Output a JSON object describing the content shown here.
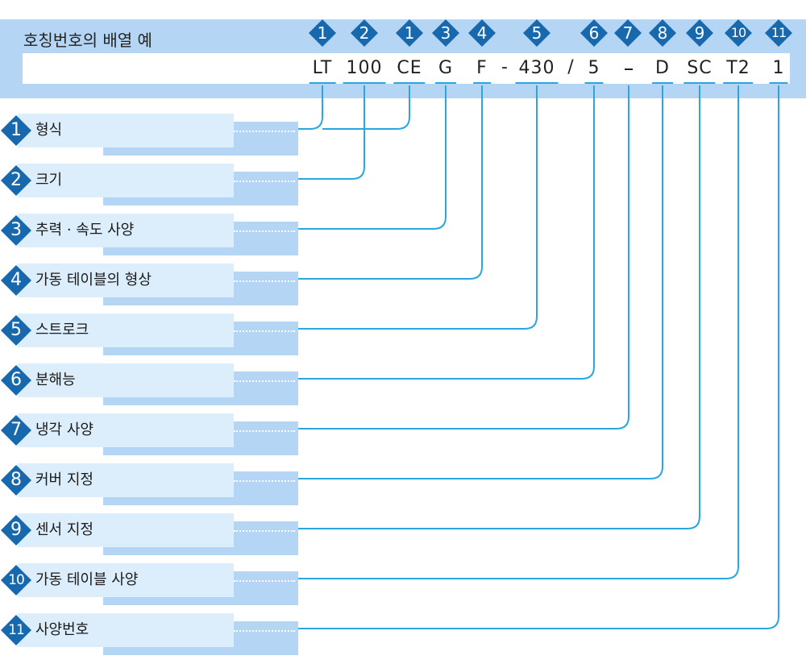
{
  "header": {
    "title": "호칭번호의 배열 예",
    "segments": [
      {
        "text": "LT",
        "badge": "1"
      },
      {
        "text": "100",
        "badge": "2"
      },
      {
        "text": "CE",
        "badge": "1"
      },
      {
        "text": "G",
        "badge": "3"
      },
      {
        "text": "F",
        "badge": "4"
      },
      {
        "text": "430",
        "badge": "5"
      },
      {
        "text": "5",
        "badge": "6"
      },
      {
        "text": "",
        "badge": "7"
      },
      {
        "text": "D",
        "badge": "8"
      },
      {
        "text": "SC",
        "badge": "9"
      },
      {
        "text": "T2",
        "badge": "10"
      },
      {
        "text": "1",
        "badge": "11"
      }
    ],
    "separators": {
      "dash": "-",
      "slash": "/"
    }
  },
  "items": [
    {
      "number": "1",
      "label": "형식"
    },
    {
      "number": "2",
      "label": "크기"
    },
    {
      "number": "3",
      "label": "추력 · 속도 사양"
    },
    {
      "number": "4",
      "label": "가동 테이블의 형상"
    },
    {
      "number": "5",
      "label": "스트로크"
    },
    {
      "number": "6",
      "label": "분해능"
    },
    {
      "number": "7",
      "label": "냉각 사양"
    },
    {
      "number": "8",
      "label": "커버 지정"
    },
    {
      "number": "9",
      "label": "센서 지정"
    },
    {
      "number": "10",
      "label": "가동 테이블 사양"
    },
    {
      "number": "11",
      "label": "사양번호"
    }
  ],
  "colors": {
    "badge": "#1768ad",
    "connector": "#2aa7e0",
    "band": "#b4d6f4",
    "tab": "#dcedfb"
  }
}
